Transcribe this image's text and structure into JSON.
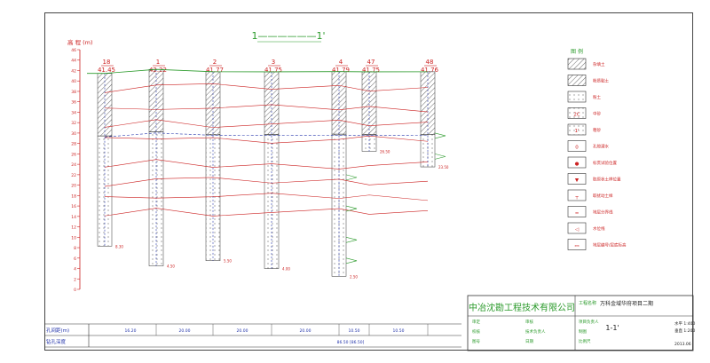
{
  "section_title": "1——————1'",
  "elevation_axis": {
    "label": "高 程 (m)",
    "min": 0,
    "max": 46,
    "tick_labels": [
      "46",
      "44",
      "42",
      "40",
      "38",
      "36",
      "34",
      "32",
      "30",
      "28",
      "26",
      "24",
      "22",
      "20",
      "18",
      "16",
      "14",
      "12",
      "10",
      "8",
      "6",
      "4",
      "2",
      "0"
    ]
  },
  "boreholes": [
    {
      "id": "1号",
      "num": "18",
      "elev": "41.45"
    },
    {
      "id": "2号",
      "num": "1",
      "elev": "42.22"
    },
    {
      "id": "3号",
      "num": "2",
      "elev": "41.77"
    },
    {
      "id": "4号",
      "num": "3",
      "elev": "41.75"
    },
    {
      "id": "5号",
      "num": "4",
      "elev": "41.79"
    },
    {
      "id": "6号",
      "num": "47",
      "elev": "41.75"
    },
    {
      "id": "7号",
      "num": "48",
      "elev": "41.76"
    }
  ],
  "distances": [
    "16.20",
    "20.00",
    "20.00",
    "20.00",
    "10.50",
    "10.50"
  ],
  "bottom_labels": {
    "row1": "孔间距(m)",
    "row2": "钻孔深度",
    "totals": "86.50  [86.50]"
  },
  "legend": {
    "title": "图 例",
    "items": [
      {
        "label": "杂填土"
      },
      {
        "label": "粉质黏土"
      },
      {
        "label": "粉土"
      },
      {
        "label": "中砂"
      },
      {
        "label": "粗砂"
      },
      {
        "label": "孔隙潜水"
      },
      {
        "label": "标贯试验位置"
      },
      {
        "label": "取原状土样位置"
      },
      {
        "label": "取扰动土样"
      },
      {
        "label": "地层分界线"
      },
      {
        "label": "水位线"
      },
      {
        "label": "地层编号/层底标高"
      }
    ]
  },
  "title_block": {
    "company": "中冶沈勘工程技术有限公司",
    "project_label": "工程名称",
    "project_name": "万科金域华府项目二期",
    "drawing_name": "1-1'",
    "scale_h": "水平 1:400",
    "scale_v": "垂直 1:200",
    "cells": [
      "审定",
      "审核",
      "项目负责人",
      "校核",
      "技术负责人",
      "制图",
      "图号",
      "日期",
      "比例尺"
    ],
    "date": "2013.06"
  },
  "colors": {
    "line": "#333333",
    "red": "#cc2222",
    "green": "#2a9a2a",
    "blue": "#2233aa",
    "hatch": "#555555"
  }
}
